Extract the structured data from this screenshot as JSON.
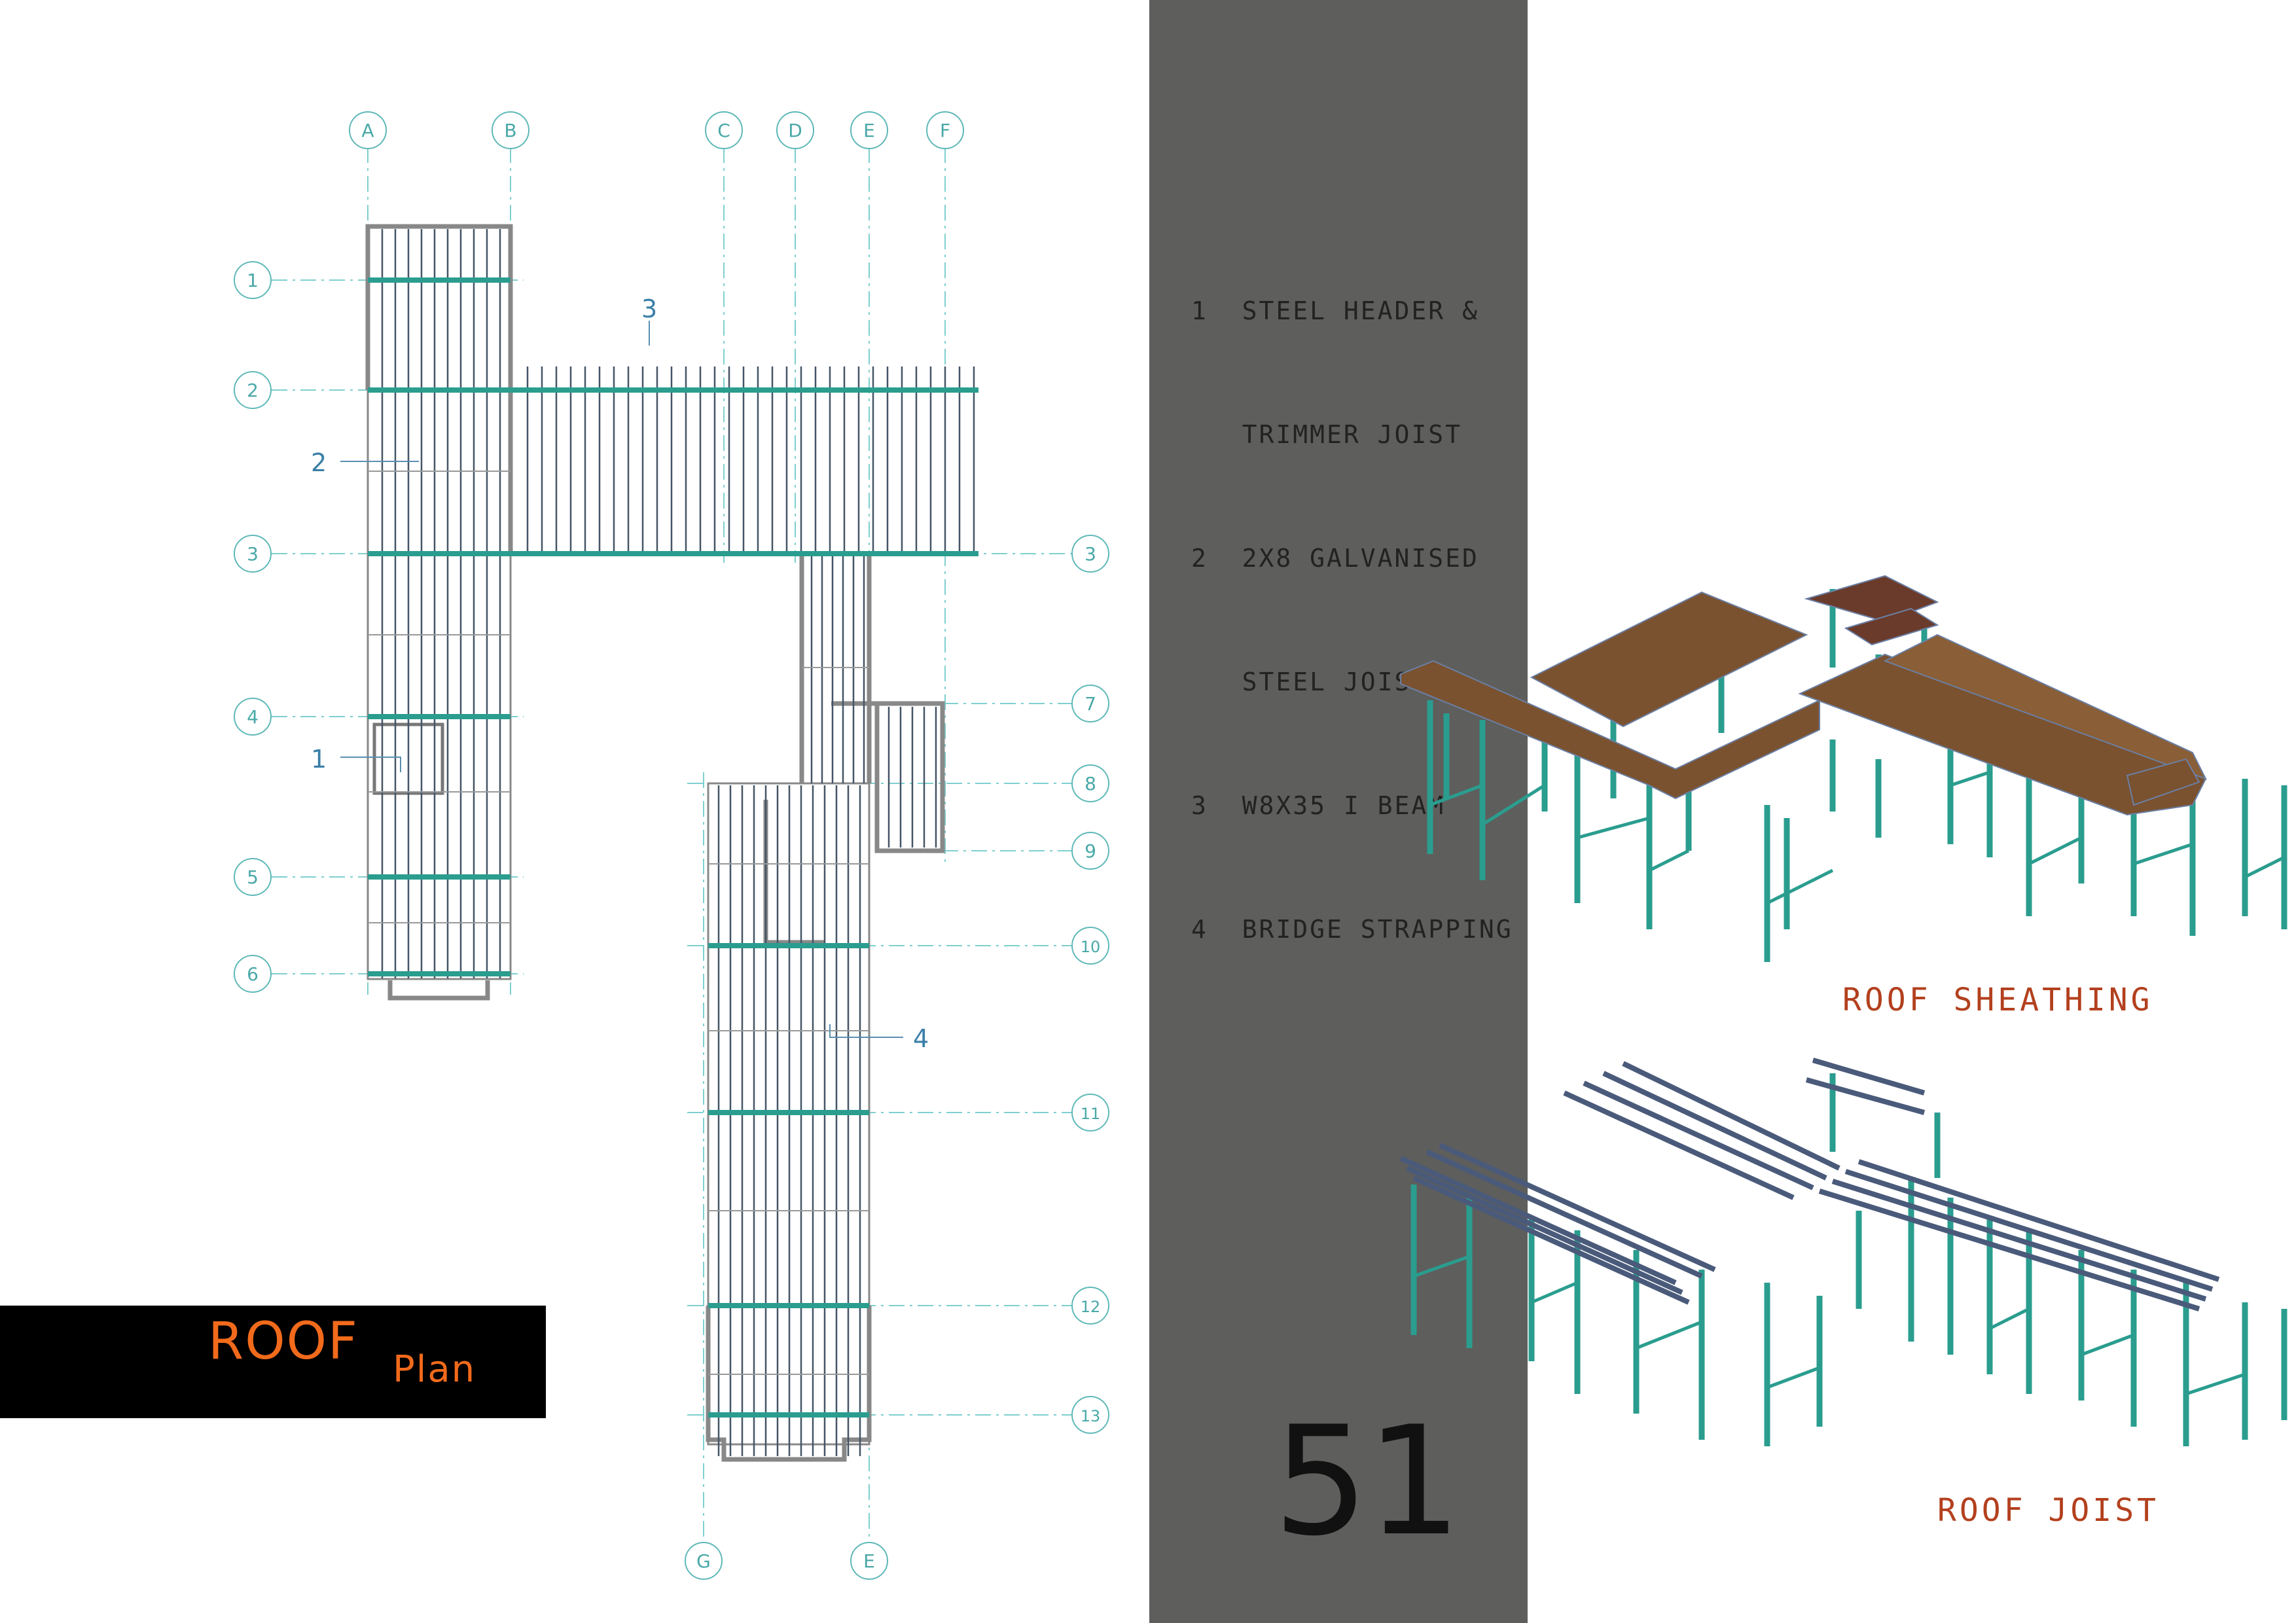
{
  "legend": [
    {
      "line1": "1  STEEL HEADER &",
      "line2": "   TRIMMER JOIST"
    },
    {
      "line1": "2  2X8 GALVANISED",
      "line2": "   STEEL JOIST"
    },
    {
      "line1": "3  W8X35 I BEAM"
    },
    {
      "line1": "4  BRIDGE STRAPPING"
    }
  ],
  "page_number": "51",
  "title": {
    "main": "ROOF",
    "sub": "Plan"
  },
  "iso_labels": {
    "top": "ROOF SHEATHING",
    "bottom": "ROOF JOIST"
  },
  "grid_top": [
    "A",
    "B",
    "C",
    "D",
    "E",
    "F"
  ],
  "grid_left": [
    "1",
    "2",
    "3",
    "4",
    "5",
    "6"
  ],
  "grid_right": [
    "3",
    "7",
    "8",
    "9",
    "10",
    "11",
    "12",
    "13"
  ],
  "grid_bottom": [
    "G",
    "E"
  ],
  "callouts": [
    "1",
    "2",
    "3",
    "4"
  ],
  "colors": {
    "teal": "#2a9d8f",
    "grid": "#7ecfcf",
    "gray_band": "#5e5e5c",
    "orange": "#f26a1b",
    "sheathing": "#7a5230",
    "joist": "#6b7fa3",
    "label_red": "#b3401e"
  }
}
